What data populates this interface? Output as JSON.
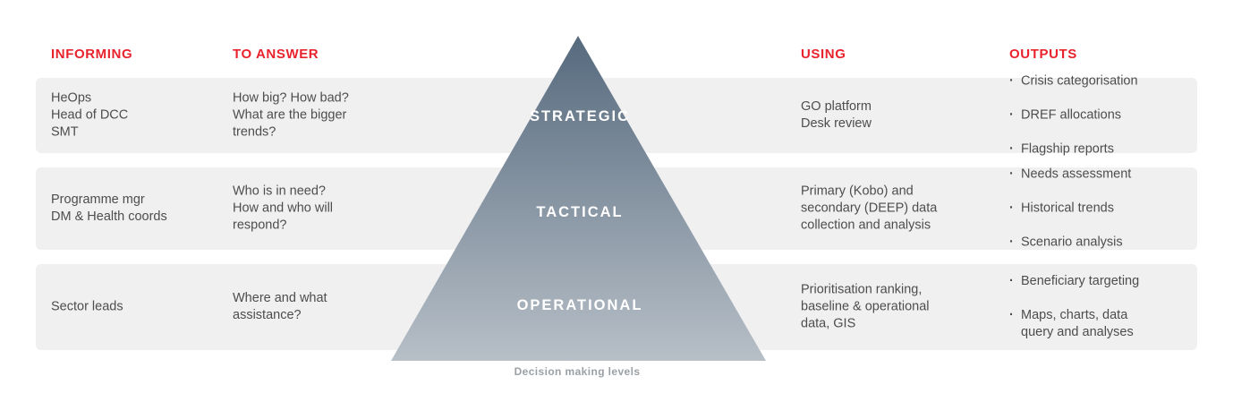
{
  "colors": {
    "accent": "#e8232d",
    "band": "#f0f0f1",
    "text": "#4d4d4d",
    "pyramid-top": "#566a7e",
    "pyramid-bottom": "#b7bfc7",
    "caption": "#9aa0a6",
    "level-label": "#ffffff"
  },
  "headers": {
    "informing": "INFORMING",
    "to_answer": "TO ANSWER",
    "using": "USING",
    "outputs": "OUTPUTS"
  },
  "rows": [
    {
      "level": "STRATEGIC",
      "informing": "HeOps\nHead of DCC\nSMT",
      "to_answer": "How big? How bad?\nWhat are the bigger\ntrends?",
      "using": "GO platform\nDesk review",
      "outputs": [
        "Crisis categorisation",
        "DREF allocations",
        "Flagship reports"
      ]
    },
    {
      "level": "TACTICAL",
      "informing": "Programme mgr\nDM & Health coords",
      "to_answer": "Who is in need?\nHow and who will\nrespond?",
      "using": "Primary (Kobo) and\nsecondary (DEEP) data\ncollection and analysis",
      "outputs": [
        "Needs assessment",
        "Historical trends",
        "Scenario analysis"
      ]
    },
    {
      "level": "OPERATIONAL",
      "informing": "Sector leads",
      "to_answer": "Where and what\nassistance?",
      "using": "Prioritisation ranking,\nbaseline & operational\ndata, GIS",
      "outputs": [
        "Beneficiary targeting",
        "Maps, charts, data\nquery and analyses"
      ]
    }
  ],
  "pyramid": {
    "caption": "Decision making levels"
  }
}
